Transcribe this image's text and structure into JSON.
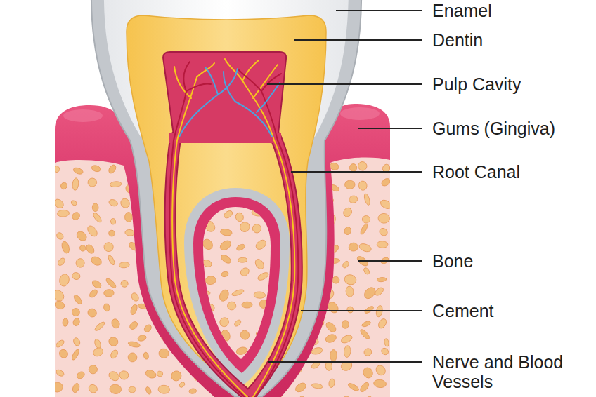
{
  "diagram": {
    "labels": [
      "Enamel",
      "Dentin",
      "Pulp Cavity",
      "Gums (Gingiva)",
      "Root Canal",
      "Bone",
      "Cement",
      "Nerve and Blood Vessels"
    ]
  }
}
